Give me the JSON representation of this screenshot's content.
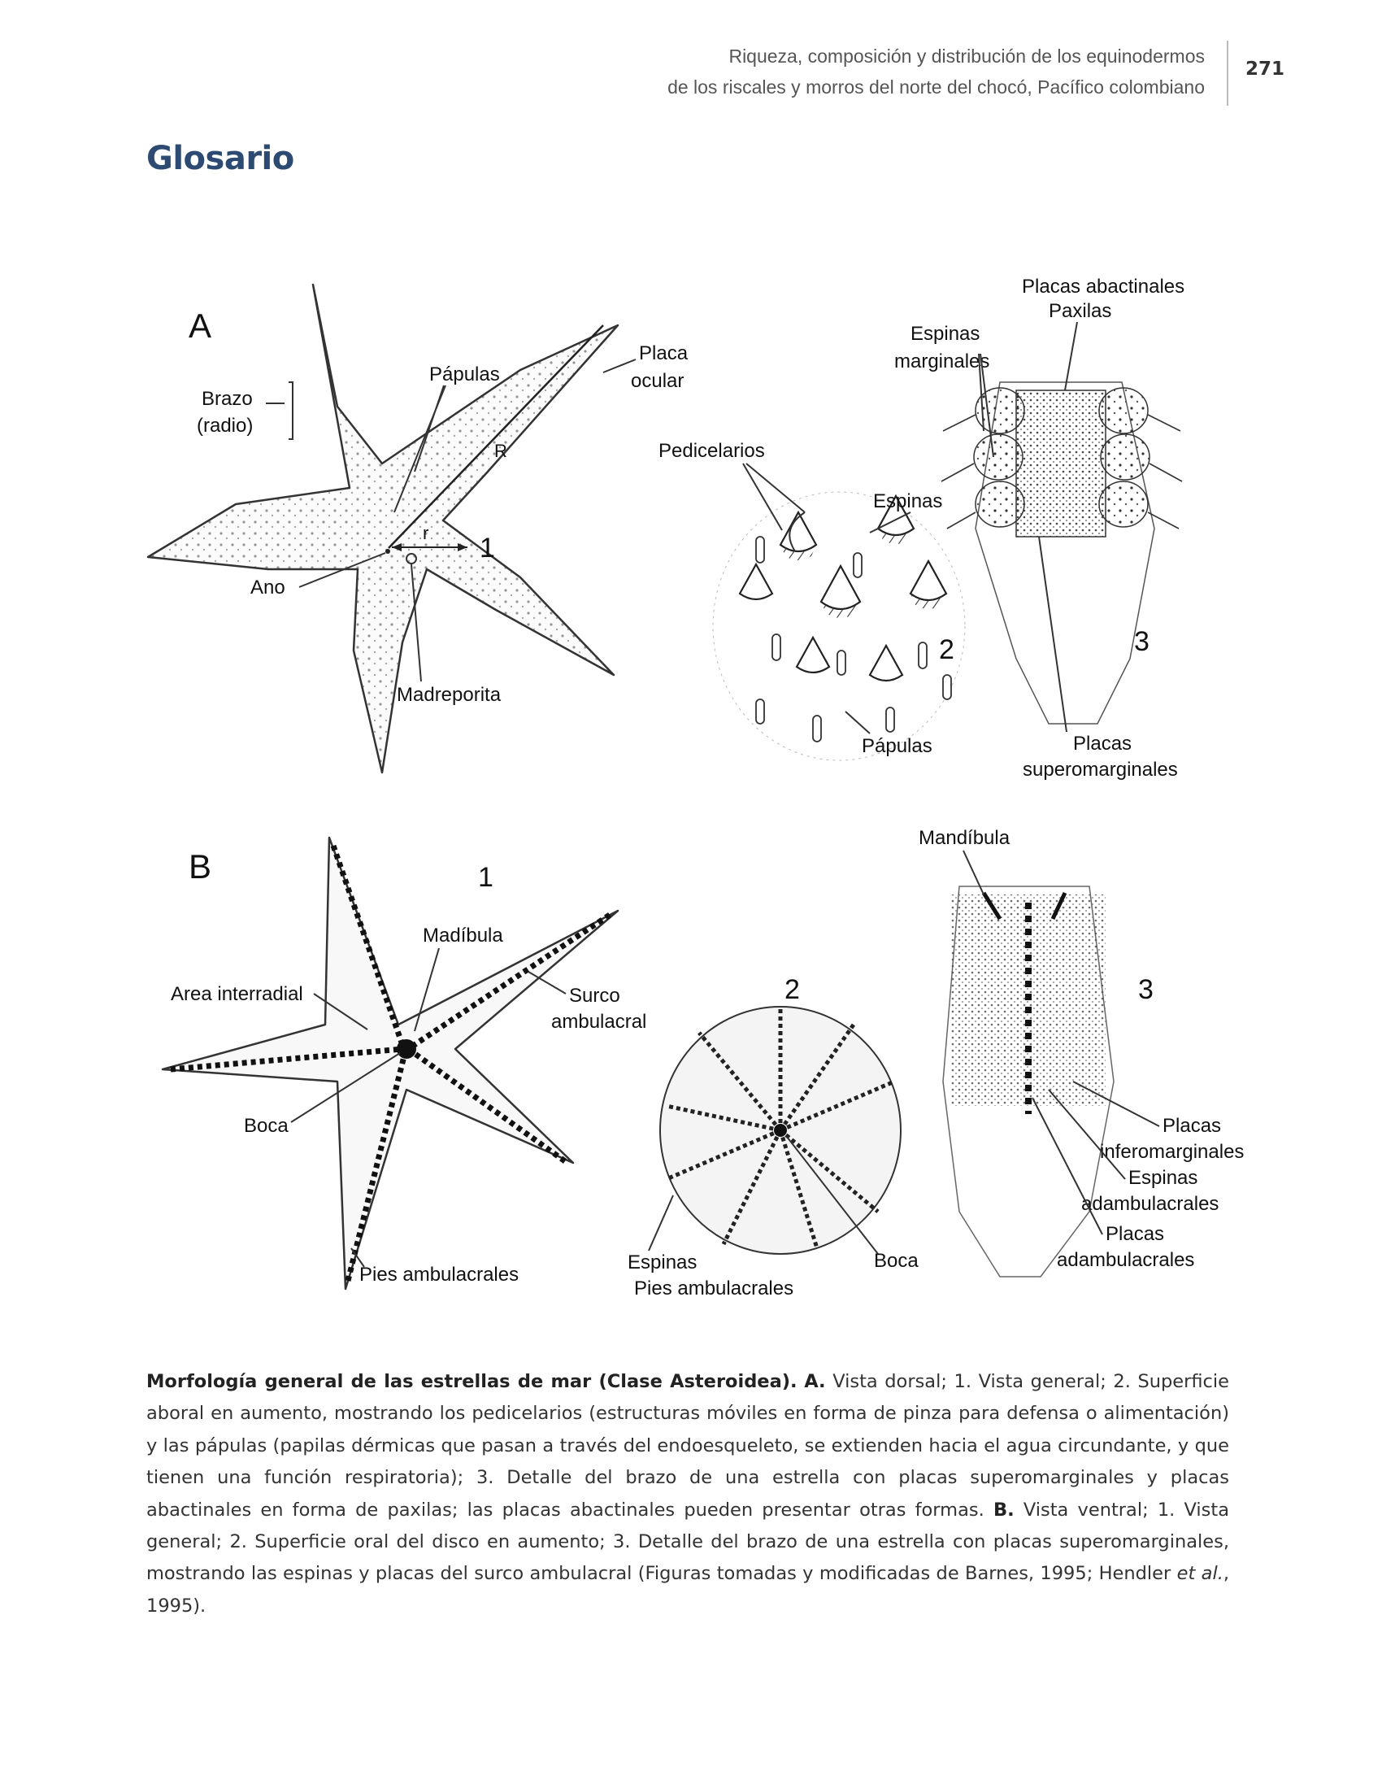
{
  "header": {
    "line1": "Riqueza, composición y distribución de los equinodermos",
    "line2": "de los riscales y morros del norte del chocó, Pacífico colombiano",
    "page_number": "271"
  },
  "title": "Glosario",
  "figure": {
    "A": {
      "panel_letter": "A",
      "n1": "1",
      "n2": "2",
      "n3": "3",
      "brazo": "Brazo",
      "radio": "(radio)",
      "papulas": "Pápulas",
      "placa": "Placa",
      "ocular": "ocular",
      "R": "R",
      "r": "r",
      "ano": "Ano",
      "madreporita": "Madreporita",
      "pedicelarios": "Pedicelarios",
      "espinas": "Espinas",
      "papulas2": "Pápulas",
      "placas_abactinales": "Placas abactinales",
      "paxilas": "Paxilas",
      "espinas_m1": "Espinas",
      "espinas_m2": "marginales",
      "placas_s1": "Placas",
      "placas_s2": "superomarginales"
    },
    "B": {
      "panel_letter": "B",
      "n1": "1",
      "n2": "2",
      "n3": "3",
      "madibula": "Madíbula",
      "area_interradial": "Area interradial",
      "surco": "Surco",
      "ambulacral": "ambulacral",
      "boca": "Boca",
      "pies": "Pies ambulacrales",
      "espinas": "Espinas",
      "boca2": "Boca",
      "pies2": "Pies ambulacrales",
      "mandibula": "Mandíbula",
      "placas_i1": "Placas",
      "placas_i2": "inferomarginales",
      "espinas_a1": "Espinas",
      "espinas_a2": "adambulacrales",
      "placas_a1": "Placas",
      "placas_a2": "adambulacrales"
    }
  },
  "caption": {
    "bold_title": "Morfología general de las estrellas de mar (Clase Asteroidea).",
    "a_label": "A.",
    "text_a": " Vista dorsal; 1. Vista general; 2. Superficie aboral en aumento, mostrando los pedicelarios (estructuras móviles en forma de pinza para defensa o alimentación) y las pápulas (papilas dérmicas que pasan a través del endoesqueleto, se extienden hacia el agua circundante, y que tienen una función respiratoria); 3. Detalle del brazo de una estrella con placas superomarginales y placas abactinales en forma de paxilas; las placas abactinales pueden presentar otras formas. ",
    "b_label": "B.",
    "text_b": " Vista ventral; 1. Vista general; 2. Superficie oral del disco en aumento; 3. Detalle del brazo de una estrella con placas superomarginales, mostrando las espinas y placas del surco ambulacral (Figuras tomadas y modificadas de Barnes, 1995; Hendler ",
    "etal": "et al.",
    "text_end": ", 1995)."
  }
}
